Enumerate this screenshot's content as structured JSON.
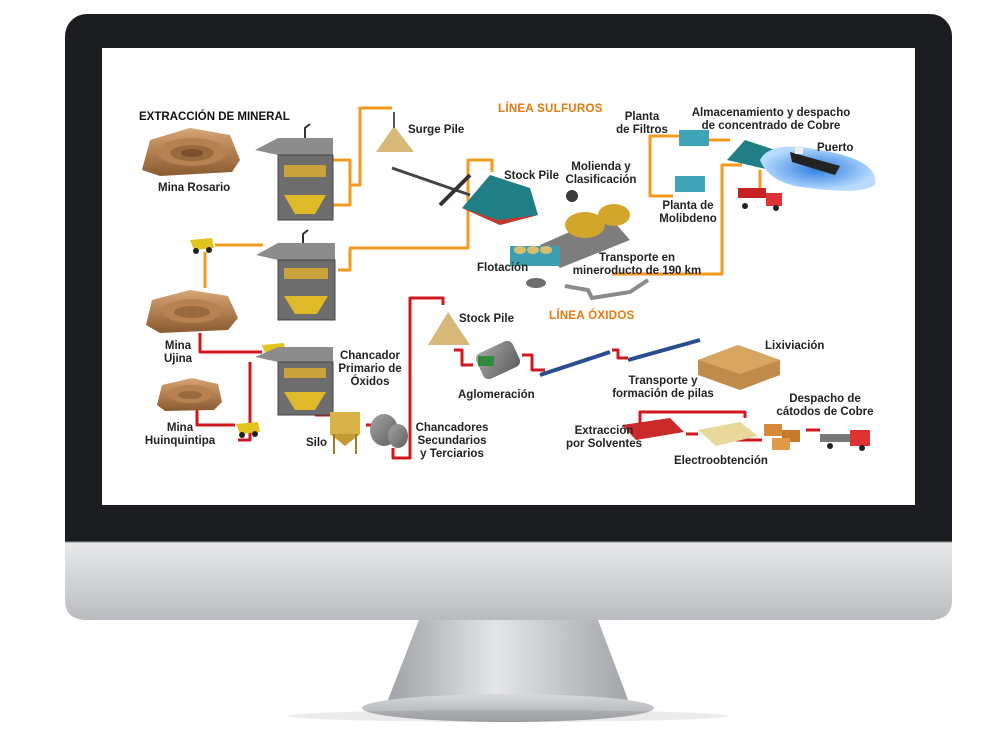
{
  "diagram": {
    "title": "EXTRACCIÓN DE MINERAL",
    "sections": {
      "sulfuros": "LÍNEA SULFUROS",
      "oxidos": "LÍNEA ÓXIDOS"
    },
    "labels": {
      "mina_rosario": "Mina Rosario",
      "mina_ujina_1": "Mina",
      "mina_ujina_2": "Ujina",
      "mina_huinquintipa_1": "Mina",
      "mina_huinquintipa_2": "Huinquintipa",
      "surge_pile": "Surge Pile",
      "stock_pile_sulfuros": "Stock Pile",
      "molienda_1": "Molienda y",
      "molienda_2": "Clasificación",
      "flotacion": "Flotación",
      "transporte_1": "Transporte en",
      "transporte_2": "mineroducto de 190 km",
      "planta_filtros_1": "Planta",
      "planta_filtros_2": "de Filtros",
      "almacenamiento_1": "Almacenamiento y despacho",
      "almacenamiento_2": "de concentrado de Cobre",
      "puerto": "Puerto",
      "planta_molibdeno_1": "Planta de",
      "planta_molibdeno_2": "Molibdeno",
      "chancador_1": "Chancador",
      "chancador_2": "Primario de",
      "chancador_3": "Óxidos",
      "silo": "Silo",
      "chancadores_1": "Chancadores",
      "chancadores_2": "Secundarios",
      "chancadores_3": "y Terciarios",
      "stock_pile_oxidos": "Stock Pile",
      "aglomeracion": "Aglomeración",
      "transporte_pilas_1": "Transporte y",
      "transporte_pilas_2": "formación de pilas",
      "lixiviacion": "Lixiviación",
      "extraccion_1": "Extracción",
      "extraccion_2": "por Solventes",
      "electroobtencion": "Electroobtención",
      "despacho_1": "Despacho de",
      "despacho_2": "cátodos de Cobre"
    },
    "colors": {
      "sulfuros_line": "#f39a1e",
      "oxidos_line": "#d0171f",
      "section_label": "#e8780c"
    }
  }
}
